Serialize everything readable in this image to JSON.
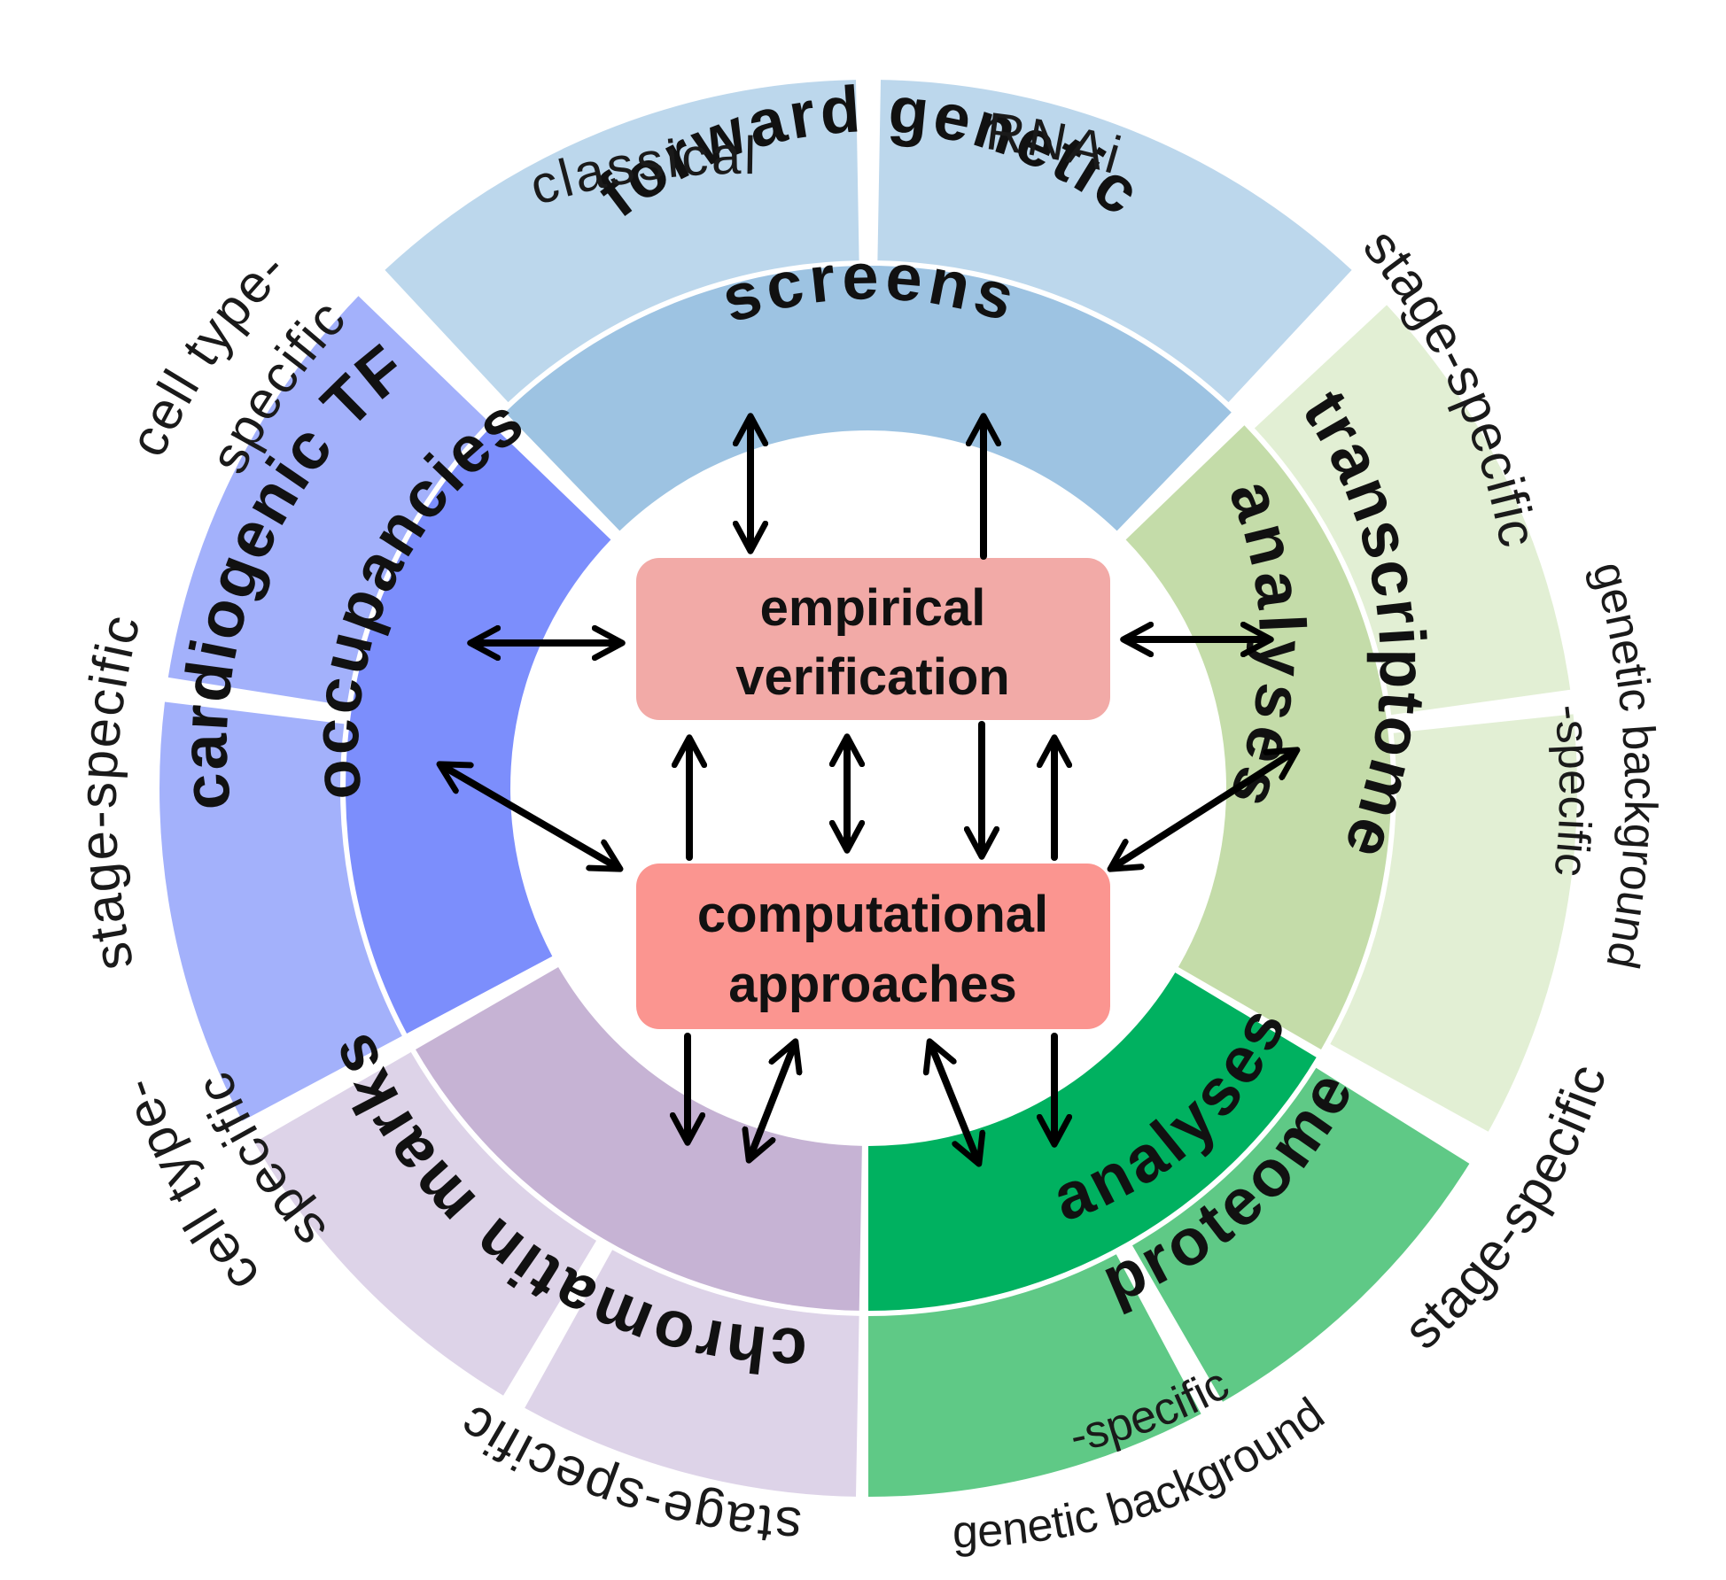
{
  "colors": {
    "background": "#ffffff",
    "forward_inner": "#9dc3e2",
    "forward_outer": "#bcd7ec",
    "transcriptome_inner": "#c4dca9",
    "transcriptome_outer": "#e2efd4",
    "proteome_inner": "#00b160",
    "proteome_outer": "#5fc986",
    "chromatin_inner": "#c6b3d4",
    "chromatin_outer": "#ddd3e8",
    "cardiogenic_inner": "#7c8efc",
    "cardiogenic_outer": "#a3b1fb",
    "empirical_box": "#f2aaa7",
    "computational_box": "#fb9590",
    "arrow": "#000000"
  },
  "center_boxes": {
    "empirical": {
      "line1": "empirical",
      "line2": "verification"
    },
    "computational": {
      "line1": "computational",
      "line2": "approaches"
    }
  },
  "inner_ring": [
    {
      "id": "forward",
      "line1": "forward genetic",
      "line2": "screens"
    },
    {
      "id": "transcriptome",
      "line1": "transcriptome",
      "line2": "analyses"
    },
    {
      "id": "proteome",
      "line1": "proteome",
      "line2": "analyses"
    },
    {
      "id": "chromatin",
      "line1": "chromatin marks",
      "line2": ""
    },
    {
      "id": "cardiogenic",
      "line1": "cardiogenic TF",
      "line2": "occupancies"
    }
  ],
  "outer_ring": [
    {
      "id": "classical",
      "group": "forward",
      "line1": "classical",
      "line2": ""
    },
    {
      "id": "rnai",
      "group": "forward",
      "line1": "RNAi",
      "line2": ""
    },
    {
      "id": "transcriptome-stage",
      "group": "transcriptome",
      "line1": "stage-specific",
      "line2": ""
    },
    {
      "id": "transcriptome-genetic",
      "group": "transcriptome",
      "line1": "genetic background",
      "line2": "-specific"
    },
    {
      "id": "proteome-stage",
      "group": "proteome",
      "line1": "stage-specific",
      "line2": ""
    },
    {
      "id": "proteome-genetic",
      "group": "proteome",
      "line1": "genetic background",
      "line2": "-specific"
    },
    {
      "id": "chromatin-stage",
      "group": "chromatin",
      "line1": "stage-specific",
      "line2": ""
    },
    {
      "id": "chromatin-cell",
      "group": "chromatin",
      "line1": "cell type-",
      "line2": "specific"
    },
    {
      "id": "cardiogenic-stage",
      "group": "cardiogenic",
      "line1": "stage-specific",
      "line2": ""
    },
    {
      "id": "cardiogenic-cell",
      "group": "cardiogenic",
      "line1": "cell type-",
      "line2": "specific"
    }
  ]
}
